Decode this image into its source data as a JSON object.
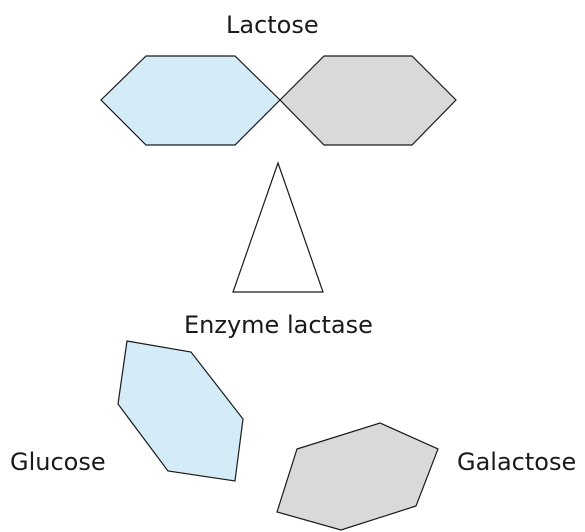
{
  "labels": {
    "lactose": "Lactose",
    "enzyme": "Enzyme lactase",
    "glucose": "Glucose",
    "galactose": "Galactose"
  },
  "colors": {
    "glucose_fill": "#d4ebf8",
    "galactose_fill": "#d9d9d9",
    "enzyme_fill": "#ffffff",
    "stroke": "#1a1a1a"
  }
}
